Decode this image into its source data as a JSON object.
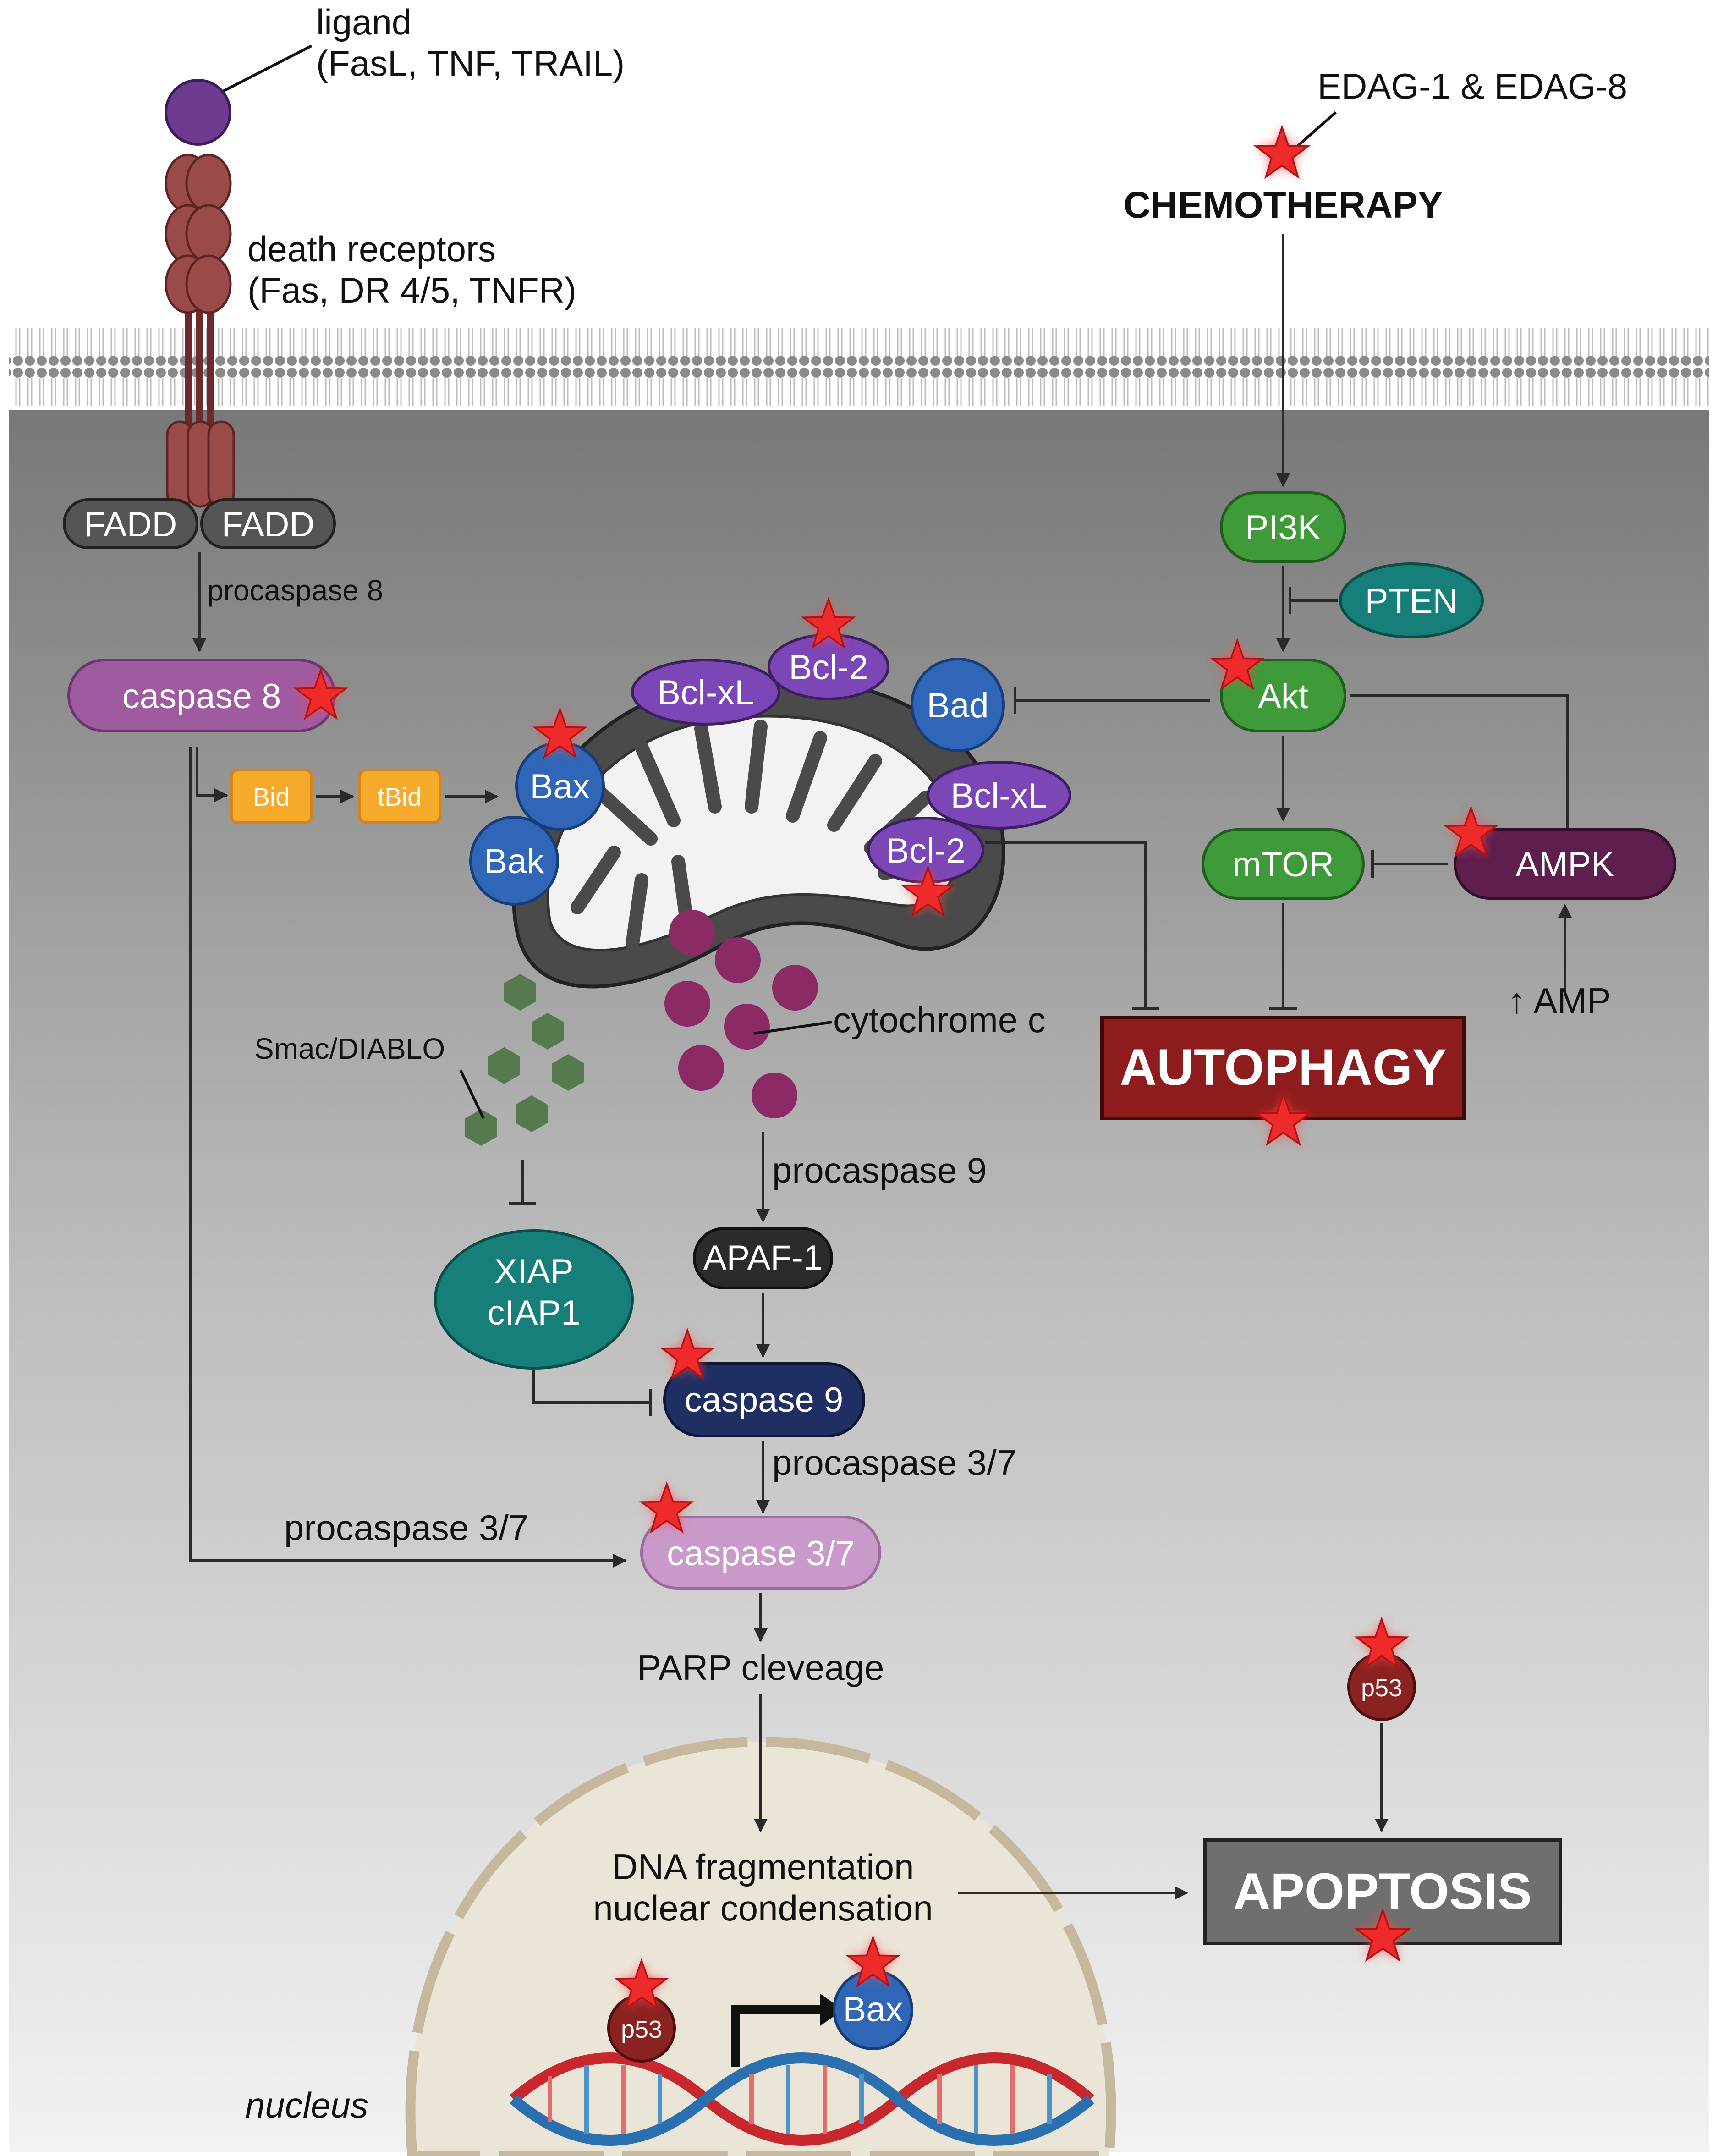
{
  "labels": {
    "ligand_1": "ligand",
    "ligand_2": "(FasL, TNF, TRAIL)",
    "receptors_1": "death receptors",
    "receptors_2": "(Fas, DR 4/5, TNFR)",
    "edag": "EDAG-1 & EDAG-8",
    "chemotherapy": "CHEMOTHERAPY",
    "procaspase8": "procaspase 8",
    "procaspase9": "procaspase 9",
    "procaspase37_a": "procaspase 3/7",
    "procaspase37_b": "procaspase 3/7",
    "smac": "Smac/DIABLO",
    "cytochrome": "cytochrome c",
    "amp": "↑ AMP",
    "parp": "PARP cleveage",
    "dna_1": "DNA fragmentation",
    "dna_2": "nuclear condensation",
    "nucleus": "nucleus"
  },
  "nodes": {
    "fadd_left": "FADD",
    "fadd_right": "FADD",
    "caspase8": "caspase 8",
    "bid": "Bid",
    "tbid": "tBid",
    "bax_mito": "Bax",
    "bak": "Bak",
    "bclxl_top": "Bcl-xL",
    "bcl2_top": "Bcl-2",
    "bad": "Bad",
    "bclxl_right": "Bcl-xL",
    "bcl2_right": "Bcl-2",
    "pi3k": "PI3K",
    "pten": "PTEN",
    "akt": "Akt",
    "mtor": "mTOR",
    "ampk": "AMPK",
    "xiap_1": "XIAP",
    "xiap_2": "cIAP1",
    "apaf1": "APAF-1",
    "caspase9": "caspase 9",
    "caspase37": "caspase 3/7",
    "p53_cyto": "p53",
    "p53_nuc": "p53",
    "bax_nuc": "Bax"
  },
  "outcomes": {
    "autophagy": "AUTOPHAGY",
    "apoptosis": "APOPTOSIS"
  },
  "colors": {
    "caspase8": "#a05aa0",
    "caspase9": "#1f2f63",
    "caspase37": "#c99ac9",
    "purple_protein": "#7b46b6",
    "blue_protein": "#2f66b8",
    "green_protein": "#3f9a3a",
    "teal_protein": "#177f7a",
    "ampk": "#5e1e4e",
    "bid": "#f5aa2c",
    "autophagy": "#8e1c1c",
    "apoptosis": "#6f6f6f",
    "star": "#ee2a2a",
    "receptor": "#9a4a48",
    "cytochrome": "#8c2a65",
    "smac": "#547a4e"
  }
}
